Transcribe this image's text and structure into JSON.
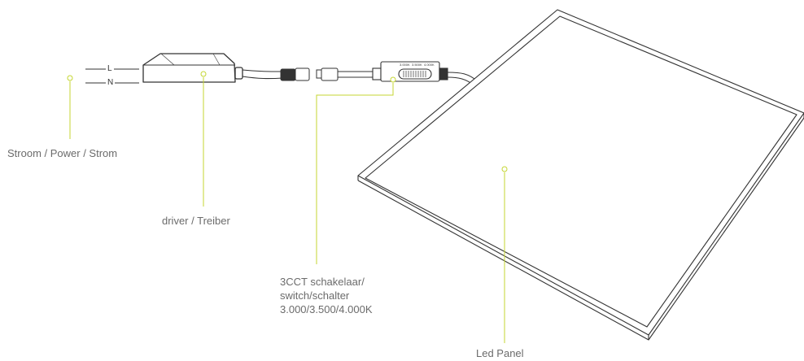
{
  "wires": {
    "live": "L",
    "neutral": "N"
  },
  "switch_markings": {
    "first": "3.000K",
    "second": "3.500K",
    "third": "4.000K"
  },
  "labels": {
    "power": "Stroom / Power / Strom",
    "driver": "driver / Treiber",
    "switch_line1": "3CCT schakelaar/",
    "switch_line2": "switch/schalter",
    "switch_line3": "3.000/3.500/4.000K",
    "panel": "Led Panel"
  },
  "colors": {
    "callout": "#c4d630",
    "outline": "#333333",
    "text": "#6b6b6b"
  }
}
